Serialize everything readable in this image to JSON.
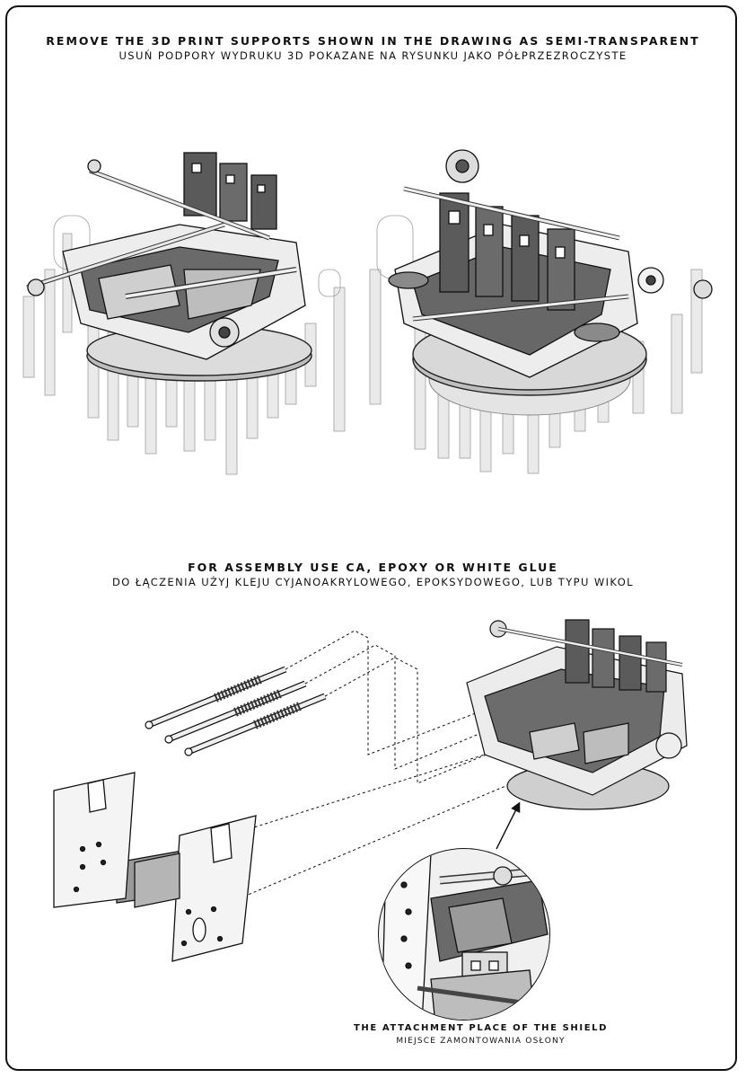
{
  "header": {
    "en": "REMOVE THE 3D PRINT SUPPORTS SHOWN IN THE DRAWING AS SEMI-TRANSPARENT",
    "pl": "USUŃ PODPORY WYDRUKU 3D POKAZANE NA RYSUNKU JAKO PÓŁPRZEZROCZYSTE"
  },
  "assembly": {
    "en": "FOR ASSEMBLY USE CA, EPOXY OR WHITE GLUE",
    "pl": "DO ŁĄCZENIA UŻYJ KLEJU CYJANOAKRYLOWEGO, EPOKSYDOWEGO, LUB TYPU WIKOL"
  },
  "detail": {
    "en": "THE ATTACHMENT PLACE OF THE SHIELD",
    "pl": "MIEJSCE ZAMONTOWANIA OSŁONY"
  },
  "colors": {
    "ink": "#111111",
    "support": "#c8c8c8",
    "part_light": "#e6e6e6",
    "part_dark": "#5a5a5a"
  }
}
